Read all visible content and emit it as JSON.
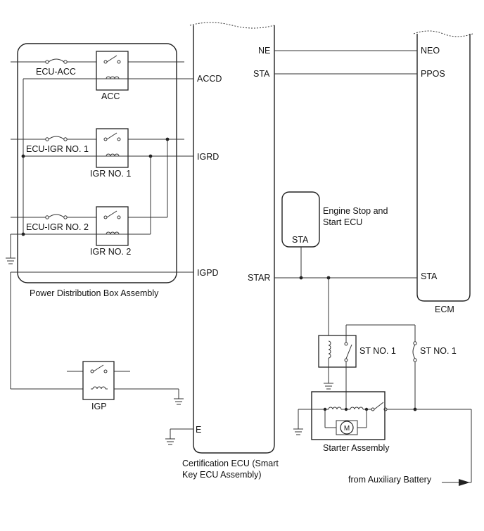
{
  "power_distribution": {
    "title": "Power Distribution Box Assembly",
    "fuses": {
      "acc": "ECU-ACC",
      "igr1": "ECU-IGR NO. 1",
      "igr2": "ECU-IGR NO. 2"
    },
    "relays": {
      "acc": "ACC",
      "igr1": "IGR NO. 1",
      "igr2": "IGR NO. 2"
    }
  },
  "igp_relay": "IGP",
  "certification_ecu": {
    "title_line1": "Certification ECU (Smart",
    "title_line2": "Key ECU Assembly)",
    "pins": {
      "ne": "NE",
      "sta": "STA",
      "accd": "ACCD",
      "igrd": "IGRD",
      "igpd": "IGPD",
      "star": "STAR",
      "e": "E"
    }
  },
  "ecm": {
    "title": "ECM",
    "pins": {
      "neo": "NEO",
      "ppos": "PPOS",
      "sta": "STA"
    }
  },
  "engine_stop_start_ecu": {
    "title_line1": "Engine Stop and",
    "title_line2": "Start ECU",
    "pin": "STA"
  },
  "st_relay": "ST NO. 1",
  "st_fuse": "ST NO. 1",
  "starter": {
    "title": "Starter Assembly",
    "motor": "M"
  },
  "aux_battery": "from Auxiliary Battery"
}
